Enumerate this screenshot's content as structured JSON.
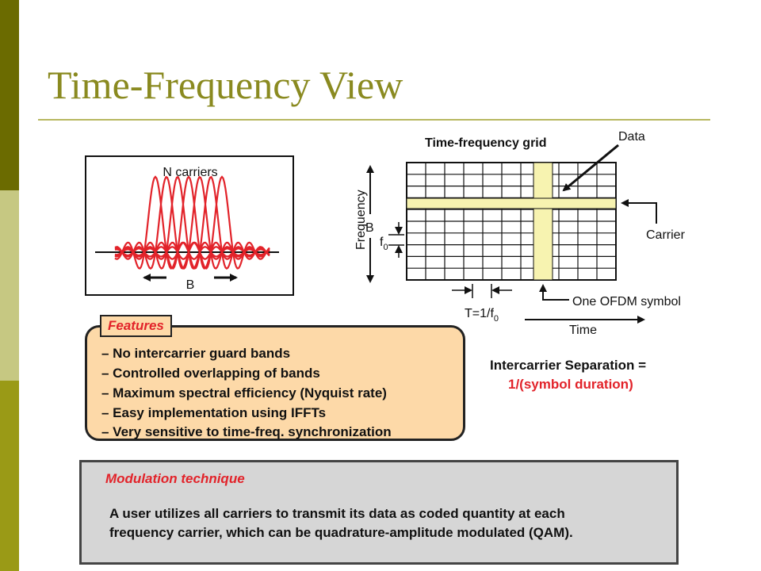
{
  "slide": {
    "title": "Time-Frequency View"
  },
  "left_diagram": {
    "carriers_label": "N carriers",
    "bandwidth_label": "B"
  },
  "grid_diagram": {
    "title": "Time-frequency grid",
    "data_label": "Data",
    "carrier_label": "Carrier",
    "frequency_axis_label": "Frequency",
    "bandwidth_label": "B",
    "f0_label": "f",
    "f0_sub": "0",
    "period_label": "T=1/f",
    "period_sub": "0",
    "symbol_label": "One OFDM symbol",
    "time_label": "Time"
  },
  "features": {
    "heading": "Features",
    "items": [
      "– No intercarrier guard bands",
      "– Controlled overlapping of bands",
      "– Maximum spectral efficiency (Nyquist rate)",
      "– Easy implementation using IFFTs",
      "– Very sensitive to time-freq. synchronization"
    ]
  },
  "separation": {
    "label": "Intercarrier Separation  =",
    "value": "1/(symbol duration)"
  },
  "modulation": {
    "heading": "Modulation technique",
    "lines": [
      "A user utilizes all carriers to transmit its data as coded quantity at each",
      "frequency carrier, which can be quadrature-amplitude modulated (QAM)."
    ]
  },
  "colors": {
    "accent_dark": "#6b6b00",
    "accent_light": "#c6c882",
    "accent_mid": "#9a9a16",
    "title": "#8a8a20",
    "wave": "#e2232a",
    "highlight": "#f7f3b0",
    "features_bg": "#fdd9a8",
    "modulation_bg": "#d6d6d6"
  }
}
